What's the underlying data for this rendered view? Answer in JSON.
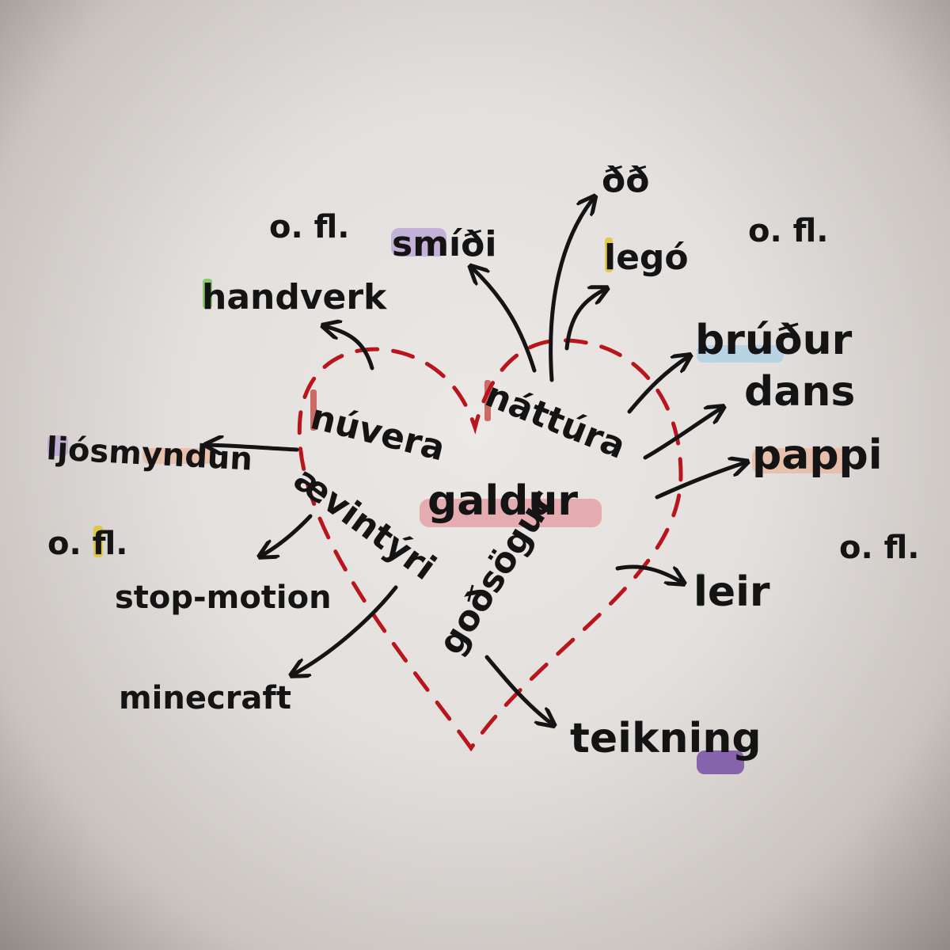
{
  "center": {
    "label": "galdur"
  },
  "heart_words": {
    "top_left": "núvera",
    "top_right": "náttúra",
    "left": "ævintýri",
    "right": "goðsögur"
  },
  "outer_words": {
    "handverk": "handverk",
    "smidi": "smíði",
    "dd": "ðð",
    "lego": "legó",
    "brudur": "brúður",
    "dans": "dans",
    "pappi": "pappi",
    "leir": "leir",
    "teikning": "teikning",
    "minecraft": "minecraft",
    "stop_motion": "stop-motion",
    "ljosmyndun": "ljósmyndun"
  },
  "etc_labels": {
    "top_left": "o. fl.",
    "top_right": "o. fl.",
    "left": "o. fl.",
    "right": "o. fl."
  },
  "colors": {
    "ink": "#141414",
    "heart": "#b8151d",
    "green": "#6fc04a",
    "purple": "#6a3fa0",
    "yellow": "#e2c21c",
    "blue": "#a9cfe6",
    "peach": "#eab79c",
    "pink": "#e39aa0"
  }
}
